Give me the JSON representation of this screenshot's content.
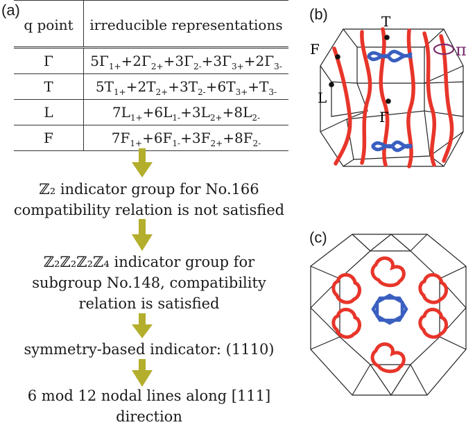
{
  "panel_labels": {
    "a": "(a)",
    "b": "(b)",
    "c": "(c)"
  },
  "table": {
    "headers": [
      "q point",
      "irreducible representations"
    ],
    "rows": [
      {
        "q": "Γ",
        "rep": "5Γ1++2Γ2++3Γ2-+3Γ3++2Γ3-"
      },
      {
        "q": "T",
        "rep": "5T1++2T2++3T2-+6T3++T3-"
      },
      {
        "q": "L",
        "rep": "7L1++6L1-+3L2++8L2-"
      },
      {
        "q": "F",
        "rep": "7F1++6F1-+3F2++8F2-"
      }
    ]
  },
  "flow": [
    {
      "lines": [
        "ℤ₂ indicator group  for No.166",
        "compatibility relation is not satisfied"
      ]
    },
    {
      "lines": [
        "ℤ₂ℤ₂ℤ₂ℤ₄ indicator group for",
        "subgroup No.148, compatibility",
        "relation is satisfied"
      ]
    },
    {
      "lines": [
        "symmetry-based indicator: (1110)"
      ]
    },
    {
      "lines": [
        "6 mod 12 nodal lines along [111] direction"
      ]
    }
  ],
  "points_b": {
    "T": "T",
    "F": "F",
    "L": "L",
    "Gamma": "Γ",
    "pi": "π"
  },
  "colors": {
    "nodal_red": "#e8352a",
    "loop_blue": "#3a5fc0",
    "arrow": "#b3ae2c",
    "pi": "#7a2a6a"
  }
}
